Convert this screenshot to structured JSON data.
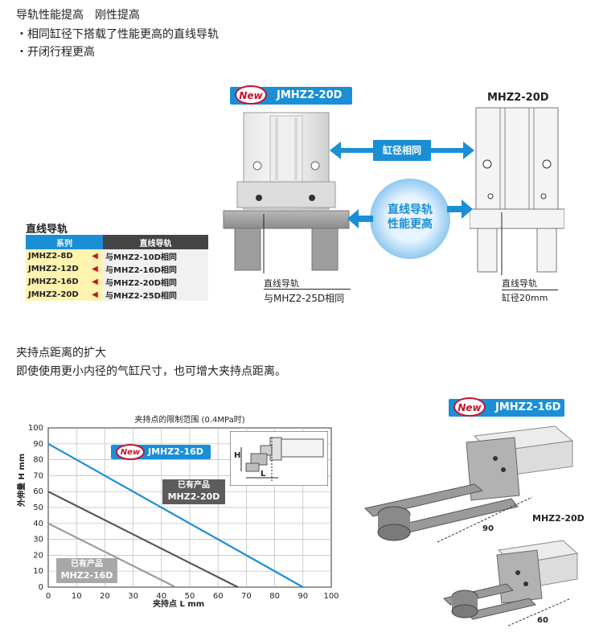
{
  "section1": {
    "heading": "导轨性能提高　刚性提高",
    "bullets": [
      "・相同缸径下搭载了性能更高的直线导轨",
      "・开闭行程更高"
    ]
  },
  "top_figure": {
    "badge_new": "New",
    "badge_model": "JMHZ2-20D",
    "right_model": "MHZ2-20D",
    "arrow_label": "缸径相同",
    "circle_text_1": "直线导轨",
    "circle_text_2": "性能更高",
    "left_caption_1": "直线导轨",
    "left_caption_2": "与MHZ2-25D相同",
    "right_caption_1": "直线导轨",
    "right_caption_2": "缸径20mm"
  },
  "rail_table": {
    "title": "直线导轨",
    "col1": "系列",
    "col2": "直线导轨",
    "rows": [
      {
        "series": "JMHZ2-8D",
        "rail": "与MHZ2-10D相同"
      },
      {
        "series": "JMHZ2-12D",
        "rail": "与MHZ2-16D相同"
      },
      {
        "series": "JMHZ2-16D",
        "rail": "与MHZ2-20D相同"
      },
      {
        "series": "JMHZ2-20D",
        "rail": "与MHZ2-25D相同"
      }
    ]
  },
  "section2": {
    "heading": "夹持点距离的扩大",
    "text": "即使使用更小内径的气缸尺寸，也可增大夹持点距离。"
  },
  "chart_data": {
    "type": "line",
    "title": "夹持点的限制范围 (0.4MPa时)",
    "xlabel": "夹持点 L mm",
    "ylabel": "外伸量 H mm",
    "xlim": [
      0,
      100
    ],
    "ylim": [
      0,
      100
    ],
    "xticks": [
      0,
      10,
      20,
      30,
      40,
      50,
      60,
      70,
      80,
      90,
      100
    ],
    "yticks": [
      0,
      10,
      20,
      30,
      40,
      50,
      60,
      70,
      80,
      90,
      100
    ],
    "grid": true,
    "series": [
      {
        "name": "JMHZ2-16D",
        "new": "New",
        "color": "#1a8fd6",
        "x": [
          0,
          90
        ],
        "y": [
          90,
          0
        ]
      },
      {
        "name": "MHZ2-20D",
        "tag": "已有产品",
        "color": "#555555",
        "x": [
          0,
          67
        ],
        "y": [
          60,
          0
        ]
      },
      {
        "name": "MHZ2-16D",
        "tag": "已有产品",
        "color": "#9a9a9a",
        "x": [
          0,
          45
        ],
        "y": [
          40,
          0
        ]
      }
    ],
    "inset_labels": {
      "h": "H",
      "l": "L"
    }
  },
  "bottom_figure": {
    "badge_new": "New",
    "badge_model": "JMHZ2-16D",
    "lower_model": "MHZ2-20D",
    "dim_upper": "90",
    "dim_lower": "60"
  }
}
